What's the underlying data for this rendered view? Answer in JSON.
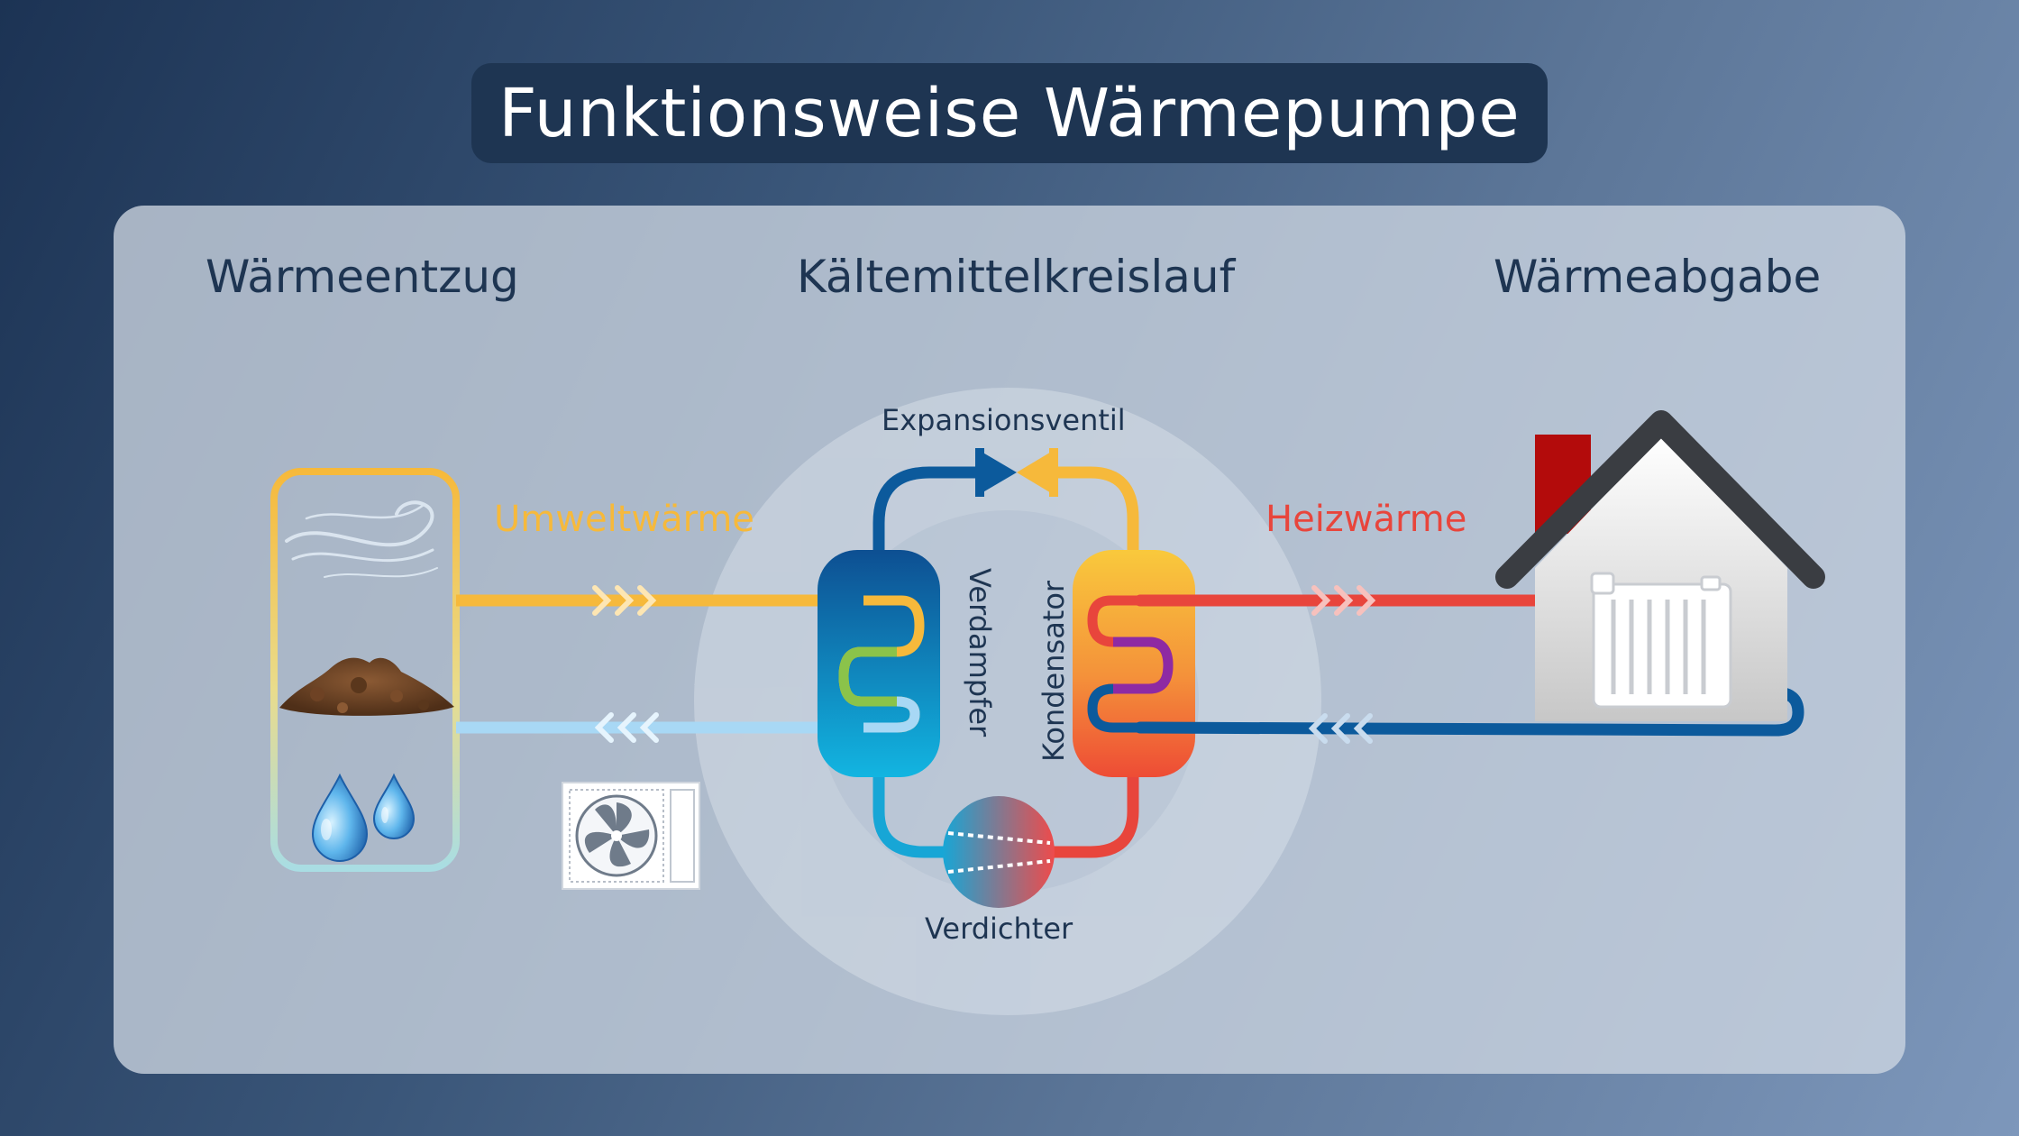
{
  "title": "Funktionsweise Wärmepumpe",
  "sections": {
    "left": "Wärmeentzug",
    "center": "Kältemittelkreislauf",
    "right": "Wärmeabgabe"
  },
  "labels": {
    "umweltwaerme": "Umweltwärme",
    "heizwaerme": "Heizwärme",
    "expansionsventil": "Expansionsventil",
    "verdampfer": "Verdampfer",
    "kondensator": "Kondensator",
    "verdichter": "Verdichter"
  },
  "colors": {
    "umweltwaerme": "#f6b93b",
    "heizwaerme": "#e8453c",
    "dark_text": "#1e3552",
    "pipe_warm": "#f6b93b",
    "pipe_cold": "#a8d8f5",
    "pipe_hot": "#e8453c",
    "pipe_dark_blue": "#0c5a9c"
  },
  "icons": [
    "wind-icon",
    "soil-icon",
    "water-drops-icon",
    "outdoor-unit-fan-icon",
    "house-icon",
    "radiator-icon",
    "chimney-icon",
    "expansion-valve-icon",
    "compressor-icon",
    "cycle-arrows-icon"
  ]
}
